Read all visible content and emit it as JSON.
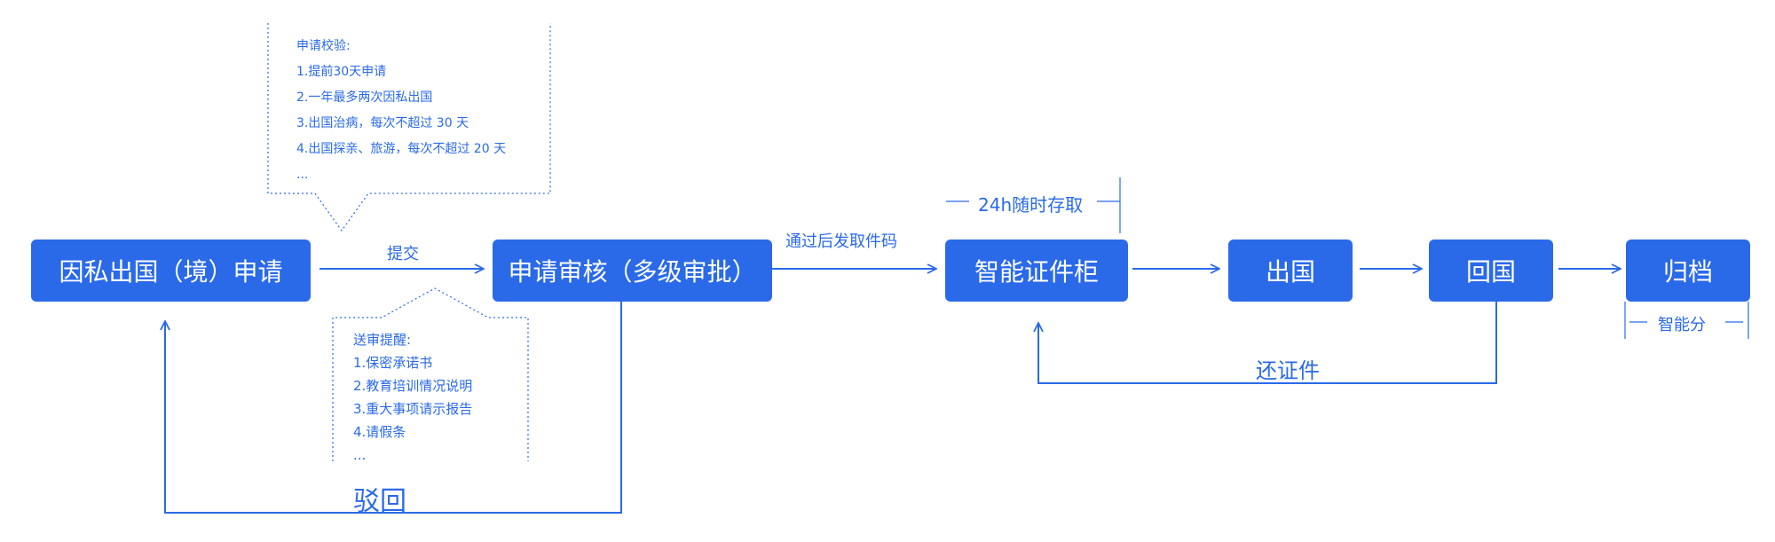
{
  "steps": {
    "apply": "因私出国（境）申请",
    "review": "申请审核（多级审批）",
    "cabinet": "智能证件柜",
    "exit": "出国",
    "return": "回国",
    "archive": "归档"
  },
  "edges": {
    "submit": "提交",
    "pass": "通过后发取件码",
    "reject": "驳回",
    "return_docs": "还证件"
  },
  "annotations": {
    "access": "24h随时存取",
    "smart_sort": "智能分"
  },
  "validation_note": {
    "title": "申请校验:",
    "lines": [
      "1.提前30天申请",
      "2.一年最多两次因私出国",
      "3.出国治病，每次不超过 30 天",
      "4.出国探亲、旅游，每次不超过 20 天",
      "..."
    ]
  },
  "reminder_note": {
    "title": "送审提醒:",
    "lines": [
      "1.保密承诺书",
      "2.教育培训情况说明",
      "3.重大事项请示报告",
      "4.请假条",
      "..."
    ]
  },
  "colors": {
    "primary": "#2a6ae9",
    "text_on_primary": "#ffffff"
  }
}
